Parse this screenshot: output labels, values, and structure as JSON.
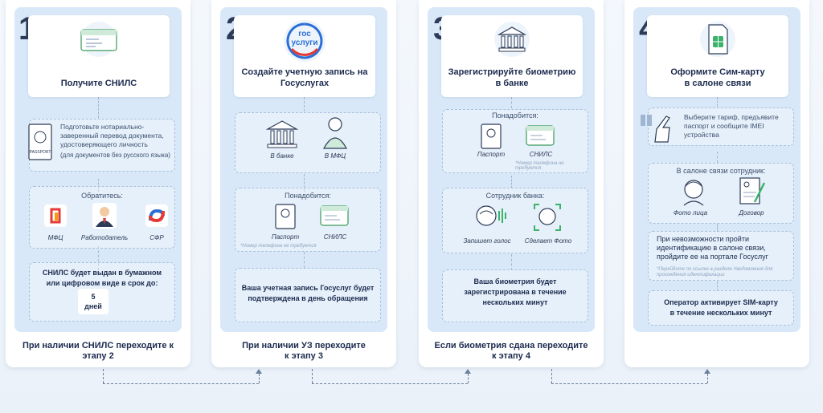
{
  "steps": [
    {
      "number": "1",
      "title": "Получите СНИЛС",
      "prepare_text": "Подготовьте нотариально-заверенный перевод документа, удостоверяющего личность",
      "prepare_note": "(для документов без русского языка)",
      "contact_header": "Обратитесь:",
      "contacts": [
        "МФЦ",
        "Работодатель",
        "СФР"
      ],
      "issued_text": "СНИЛС будет выдан в бумажном\nили цифровом виде в срок до:",
      "days_value": "5",
      "days_label": "дней",
      "footer": "При наличии СНИЛС переходите к\nэтапу 2"
    },
    {
      "number": "2",
      "logo_text": "гос\nуслуги",
      "title": "Создайте учетную запись на\nГосуслугах",
      "places": [
        "В банке",
        "В МФЦ"
      ],
      "need_header": "Понадобится:",
      "needs": [
        "Паспорт",
        "СНИЛС"
      ],
      "note": "*Номер телефона не требуется",
      "result": "Ваша учетная запись Госуслуг будет\nподтверждена в день обращения",
      "footer": "При наличии УЗ переходите\nк этапу 3"
    },
    {
      "number": "3",
      "title": "Зарегистрируйте биометрию\nв банке",
      "need_header": "Понадобится:",
      "needs": [
        "Паспорт",
        "СНИЛС"
      ],
      "note": "*Номер телефона не требуется",
      "employee_header": "Сотрудник банка:",
      "actions": [
        "Запишет голос",
        "Сделает Фото"
      ],
      "result": "Ваша биометрия будет\nзарегистрирована в течение\nнескольких минут",
      "footer": "Если биометрия сдана переходите\nк этапу 4"
    },
    {
      "number": "4",
      "title": "Оформите Сим-карту\nв салоне связи",
      "choose_text": "Выберите тариф, предъявите\nпаспорт и сообщите IMEI\nустройства",
      "salon_header": "В салоне связи сотрудник:",
      "salon_items": [
        "Фото лица",
        "Договор"
      ],
      "fail_text": "При невозможности пройти идентификацию в салоне связи, пройдите ее на портале Госуслуг",
      "fail_note": "*Перейдите по ссылке в разделе Уведомления для прохождения идентификации",
      "result": "Оператор активирует SIM-карту\nв течение нескольких минут"
    }
  ],
  "colors": {
    "accent": "#2a6fd6",
    "panel": "#d9e8f8",
    "text": "#1b2a4e",
    "green": "#3bb36b",
    "red": "#e53935"
  }
}
